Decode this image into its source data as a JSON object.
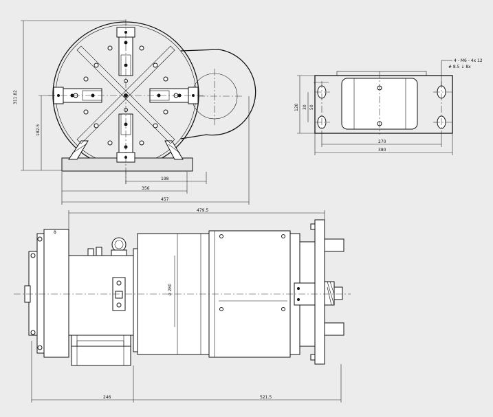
{
  "dimensions": {
    "front_view": {
      "overall_height": "311.82",
      "center_height": "182.5",
      "width_198": "198",
      "width_356": "356",
      "width_457": "457"
    },
    "top_view": {
      "height_120": "120",
      "dim_30": "30",
      "dim_50": "50",
      "slot_note_1": "4 - M6 - 4x 12",
      "slot_note_2": "# 8.5 ↓ 8x",
      "width_270": "270",
      "width_380": "380"
    },
    "side_view": {
      "length_479": "479.5",
      "diameter": "ø 280",
      "left_246": "246",
      "right_521": "521.5",
      "flange_8": "8"
    }
  }
}
